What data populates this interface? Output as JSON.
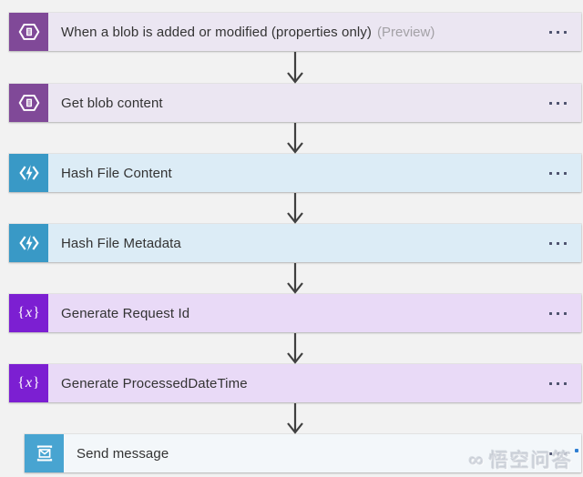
{
  "app": {
    "name": "logic-app-designer",
    "canvas_background": "#f2f2f2",
    "arrow_color": "#3f3f3f"
  },
  "steps": [
    {
      "label": "When a blob is added or modified (properties only)",
      "suffix": "(Preview)",
      "icon": "blob-storage-icon",
      "icon_bg": "#804998",
      "bar_bg": "#ebe6f2",
      "menu_icon": "ellipsis-horizontal-icon"
    },
    {
      "label": "Get blob content",
      "suffix": "",
      "icon": "blob-storage-icon",
      "icon_bg": "#804998",
      "bar_bg": "#ebe6f2",
      "menu_icon": "ellipsis-horizontal-icon"
    },
    {
      "label": "Hash File Content",
      "suffix": "",
      "icon": "azure-functions-icon",
      "icon_bg": "#3999c6",
      "bar_bg": "#dcecf6",
      "menu_icon": "ellipsis-horizontal-icon"
    },
    {
      "label": "Hash File Metadata",
      "suffix": "",
      "icon": "azure-functions-icon",
      "icon_bg": "#3999c6",
      "bar_bg": "#dcecf6",
      "menu_icon": "ellipsis-horizontal-icon"
    },
    {
      "label": "Generate Request Id",
      "suffix": "",
      "icon": "variables-icon",
      "icon_bg": "#7c1fd2",
      "bar_bg": "#e9daf7",
      "menu_icon": "ellipsis-horizontal-icon"
    },
    {
      "label": "Generate ProcessedDateTime",
      "suffix": "",
      "icon": "variables-icon",
      "icon_bg": "#7c1fd2",
      "bar_bg": "#e9daf7",
      "menu_icon": "ellipsis-horizontal-icon"
    },
    {
      "label": "Send message",
      "suffix": "",
      "icon": "service-bus-icon",
      "icon_bg": "#48a4d1",
      "bar_bg": "#f3f7fa",
      "menu_icon": "ellipsis-horizontal-icon"
    }
  ],
  "watermark": {
    "logo": "∞",
    "text": "悟空问答"
  }
}
